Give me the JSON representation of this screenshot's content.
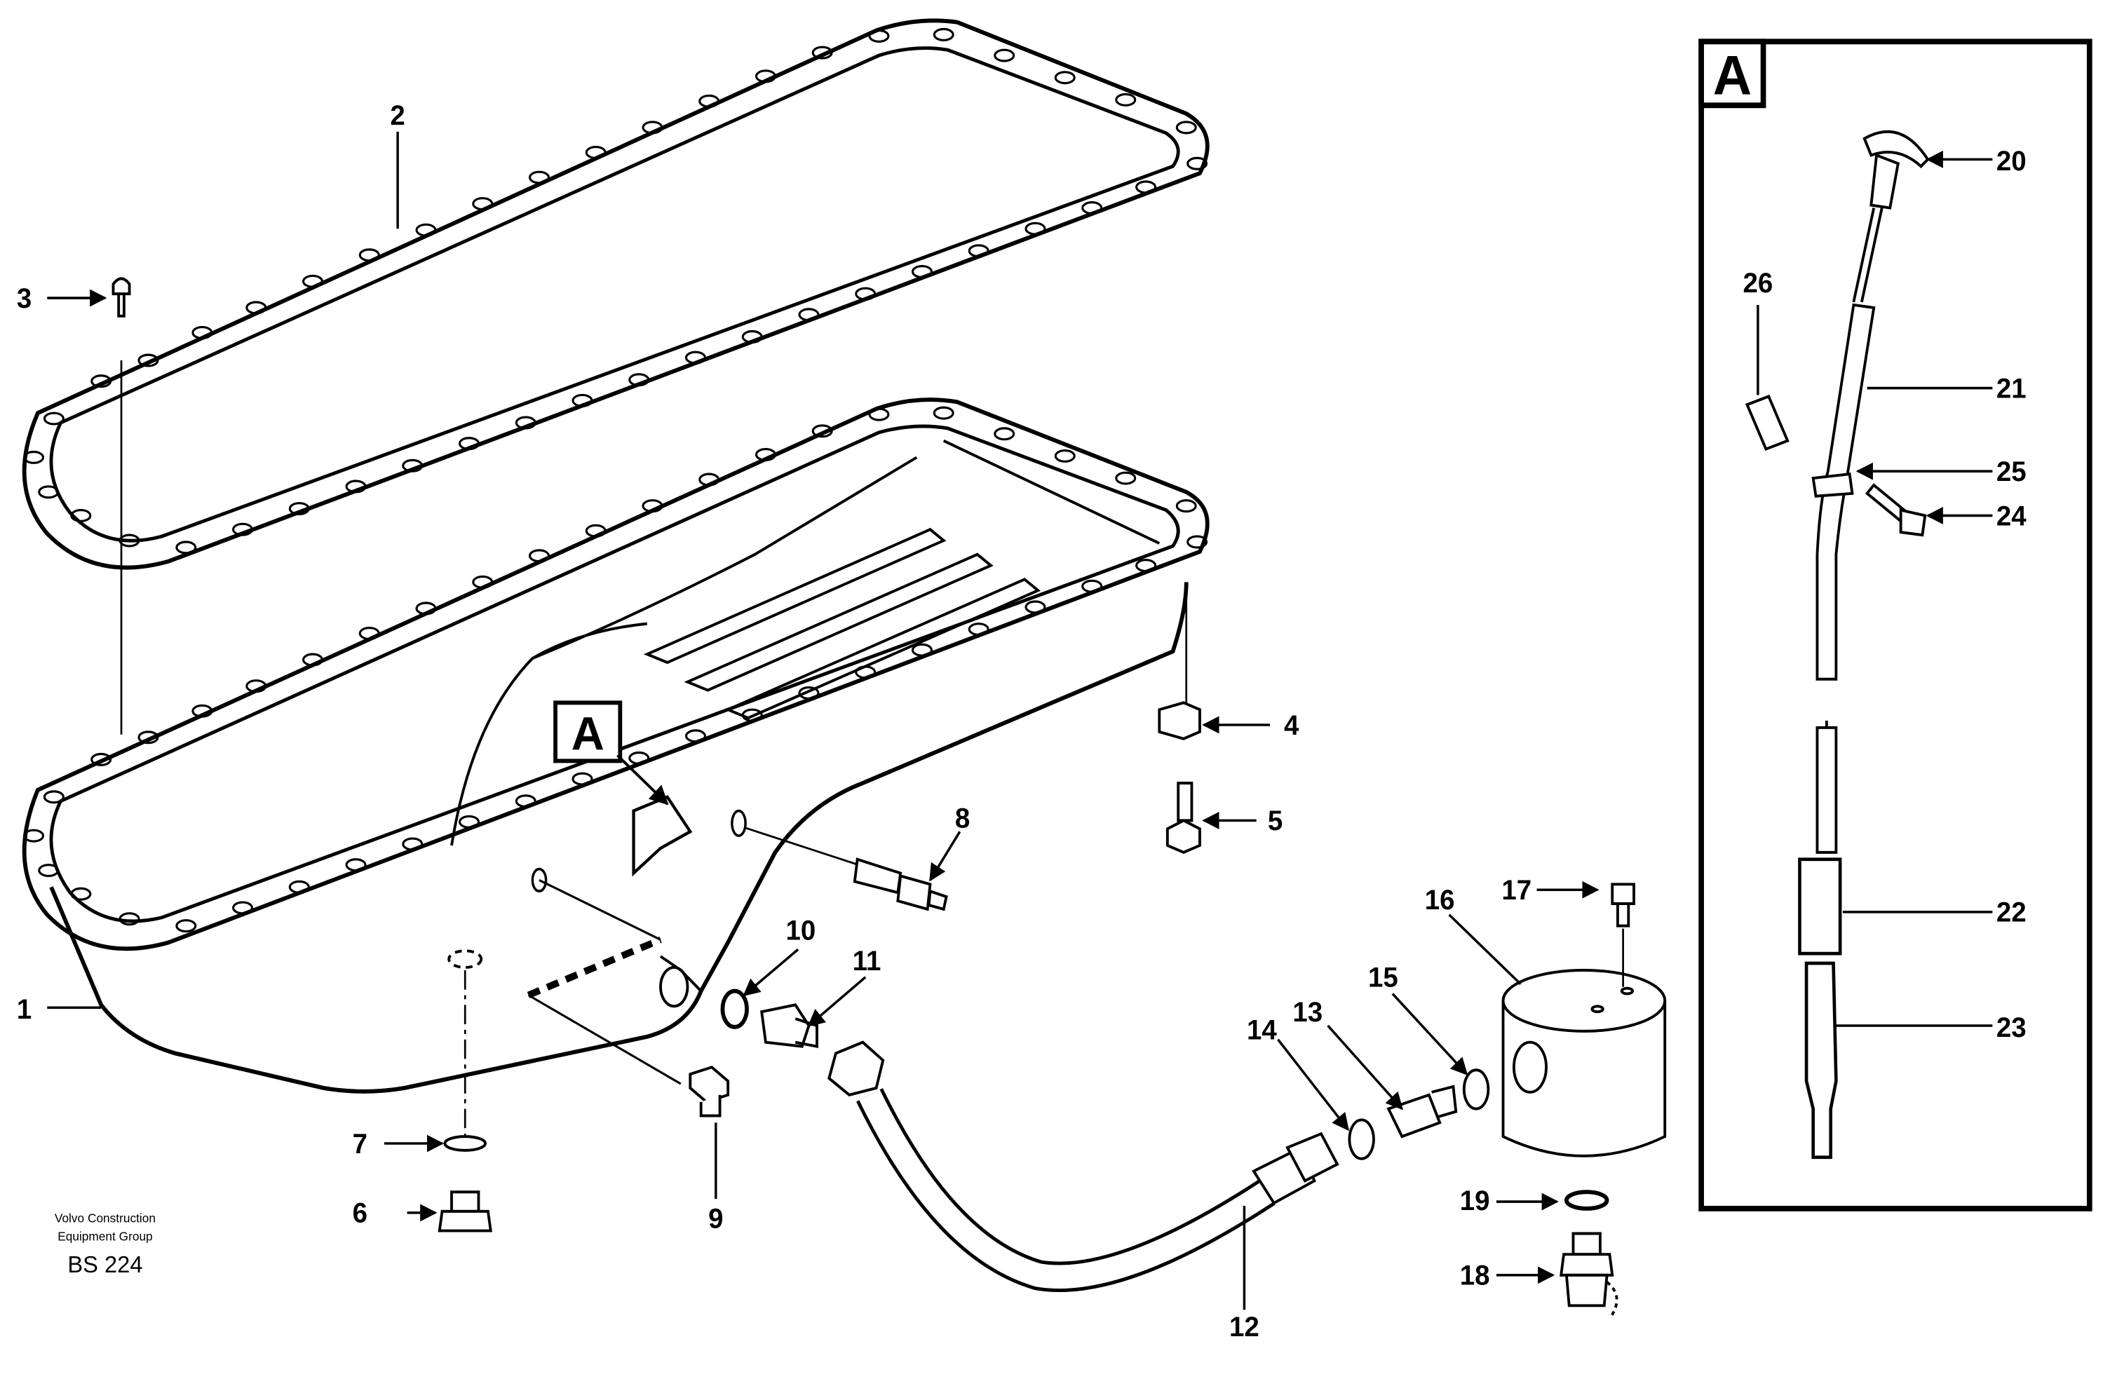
{
  "credit": {
    "line1": "Volvo Construction",
    "line2": "Equipment Group",
    "code": "BS 224"
  },
  "detail_label": "A",
  "callouts": [
    "1",
    "2",
    "3",
    "4",
    "5",
    "6",
    "7",
    "8",
    "9",
    "10",
    "11",
    "12",
    "13",
    "14",
    "15",
    "16",
    "17",
    "18",
    "19",
    "20",
    "21",
    "22",
    "23",
    "24",
    "25",
    "26"
  ]
}
